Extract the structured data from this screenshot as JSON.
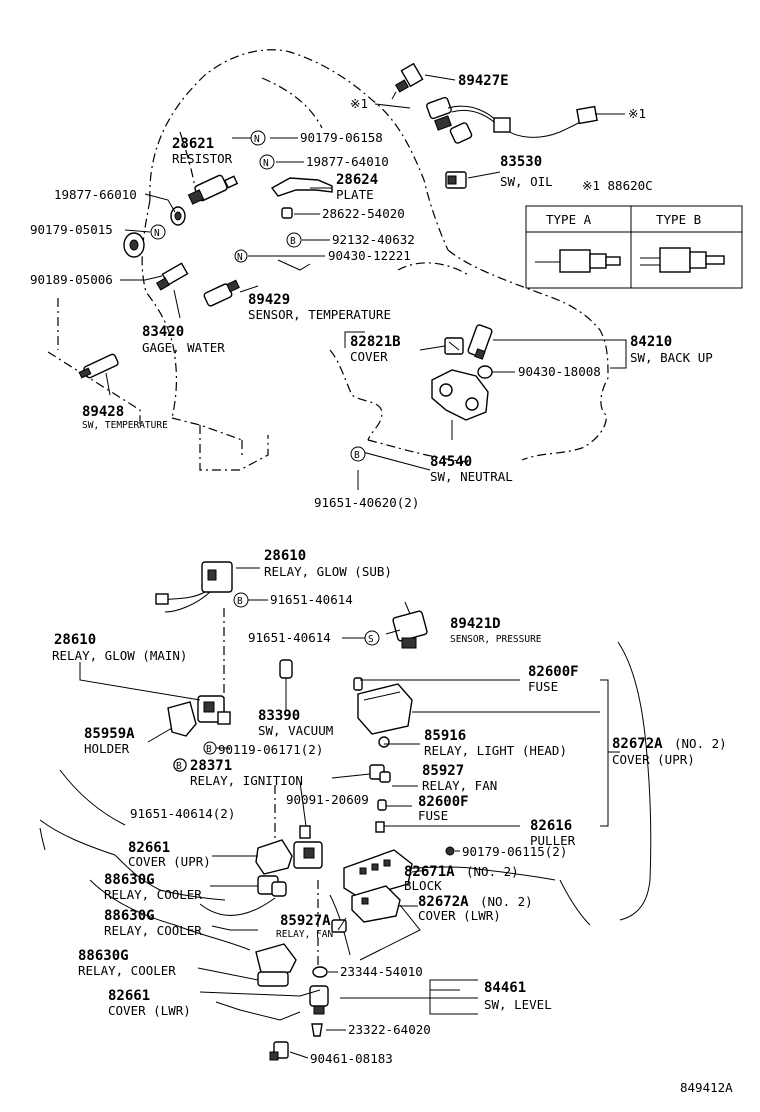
{
  "diagram_id": "849412A",
  "type_table": {
    "title": "※1 88620C",
    "col_a": "TYPE A",
    "col_b": "TYPE B"
  },
  "marks": {
    "ref_mark": "※1",
    "n": "N",
    "b": "B",
    "s": "S"
  },
  "parts": {
    "p89427E": {
      "num": "89427E"
    },
    "p90179_06158": {
      "num": "90179-06158"
    },
    "p28621": {
      "num": "28621",
      "desc": "RESISTOR"
    },
    "p19877_64010": {
      "num": "19877-64010"
    },
    "p28624": {
      "num": "28624",
      "desc": "PLATE"
    },
    "p83530": {
      "num": "83530",
      "desc": "SW, OIL"
    },
    "p19877_66010": {
      "num": "19877-66010"
    },
    "p28622_54020": {
      "num": "28622-54020"
    },
    "p90179_05015": {
      "num": "90179-05015"
    },
    "p92132_40632": {
      "num": "92132-40632"
    },
    "p90430_12221": {
      "num": "90430-12221"
    },
    "p90189_05006": {
      "num": "90189-05006"
    },
    "p89429": {
      "num": "89429",
      "desc": "SENSOR, TEMPERATURE"
    },
    "p83420": {
      "num": "83420",
      "desc": "GAGE, WATER"
    },
    "p82821B": {
      "num": "82821B",
      "desc": "COVER"
    },
    "p84210": {
      "num": "84210",
      "desc": "SW, BACK UP"
    },
    "p90430_18008": {
      "num": "90430-18008"
    },
    "p89428": {
      "num": "89428",
      "desc": "SW, TEMPERATURE"
    },
    "p84540": {
      "num": "84540",
      "desc": "SW, NEUTRAL"
    },
    "p91651_40620": {
      "num": "91651-40620(2)"
    },
    "p28610_sub": {
      "num": "28610",
      "desc": "RELAY, GLOW (SUB)"
    },
    "p91651_40614a": {
      "num": "91651-40614"
    },
    "p91651_40614b": {
      "num": "91651-40614"
    },
    "p89421D": {
      "num": "89421D",
      "desc": "SENSOR, PRESSURE"
    },
    "p28610_main": {
      "num": "28610",
      "desc": "RELAY, GLOW (MAIN)"
    },
    "p82600F_a": {
      "num": "82600F",
      "desc": "FUSE"
    },
    "p83390": {
      "num": "83390",
      "desc": "SW, VACUUM"
    },
    "p85959A": {
      "num": "85959A",
      "desc": "HOLDER"
    },
    "p85916": {
      "num": "85916",
      "desc": "RELAY, LIGHT (HEAD)"
    },
    "p82672A_upr": {
      "num": "82672A",
      "note": "(NO. 2)",
      "desc": "COVER (UPR)"
    },
    "p90119_06171": {
      "num": "90119-06171(2)"
    },
    "p28371": {
      "num": "28371",
      "desc": "RELAY, IGNITION"
    },
    "p85927_a": {
      "num": "85927",
      "desc": "RELAY, FAN"
    },
    "p91651_40614c": {
      "num": "91651-40614(2)"
    },
    "p90091_20609": {
      "num": "90091-20609"
    },
    "p82600F_b": {
      "num": "82600F",
      "desc": "FUSE"
    },
    "p82616": {
      "num": "82616",
      "desc": "PULLER"
    },
    "p82661_upr": {
      "num": "82661",
      "desc": "COVER (UPR)"
    },
    "p90179_06115": {
      "num": "90179-06115(2)"
    },
    "p82671A": {
      "num": "82671A",
      "note": "(NO. 2)",
      "desc": "BLOCK"
    },
    "p88630G_a": {
      "num": "88630G",
      "desc": "RELAY, COOLER"
    },
    "p82672A_lwr": {
      "num": "82672A",
      "note": "(NO. 2)",
      "desc": "COVER (LWR)"
    },
    "p88630G_b": {
      "num": "88630G",
      "desc": "RELAY, COOLER"
    },
    "p85927A": {
      "num": "85927A",
      "desc": "RELAY, FAN"
    },
    "p88630G_c": {
      "num": "88630G",
      "desc": "RELAY, COOLER"
    },
    "p23344_54010": {
      "num": "23344-54010"
    },
    "p84461": {
      "num": "84461",
      "desc": "SW, LEVEL"
    },
    "p82661_lwr": {
      "num": "82661",
      "desc": "COVER (LWR)"
    },
    "p23322_64020": {
      "num": "23322-64020"
    },
    "p90461_08183": {
      "num": "90461-08183"
    }
  }
}
